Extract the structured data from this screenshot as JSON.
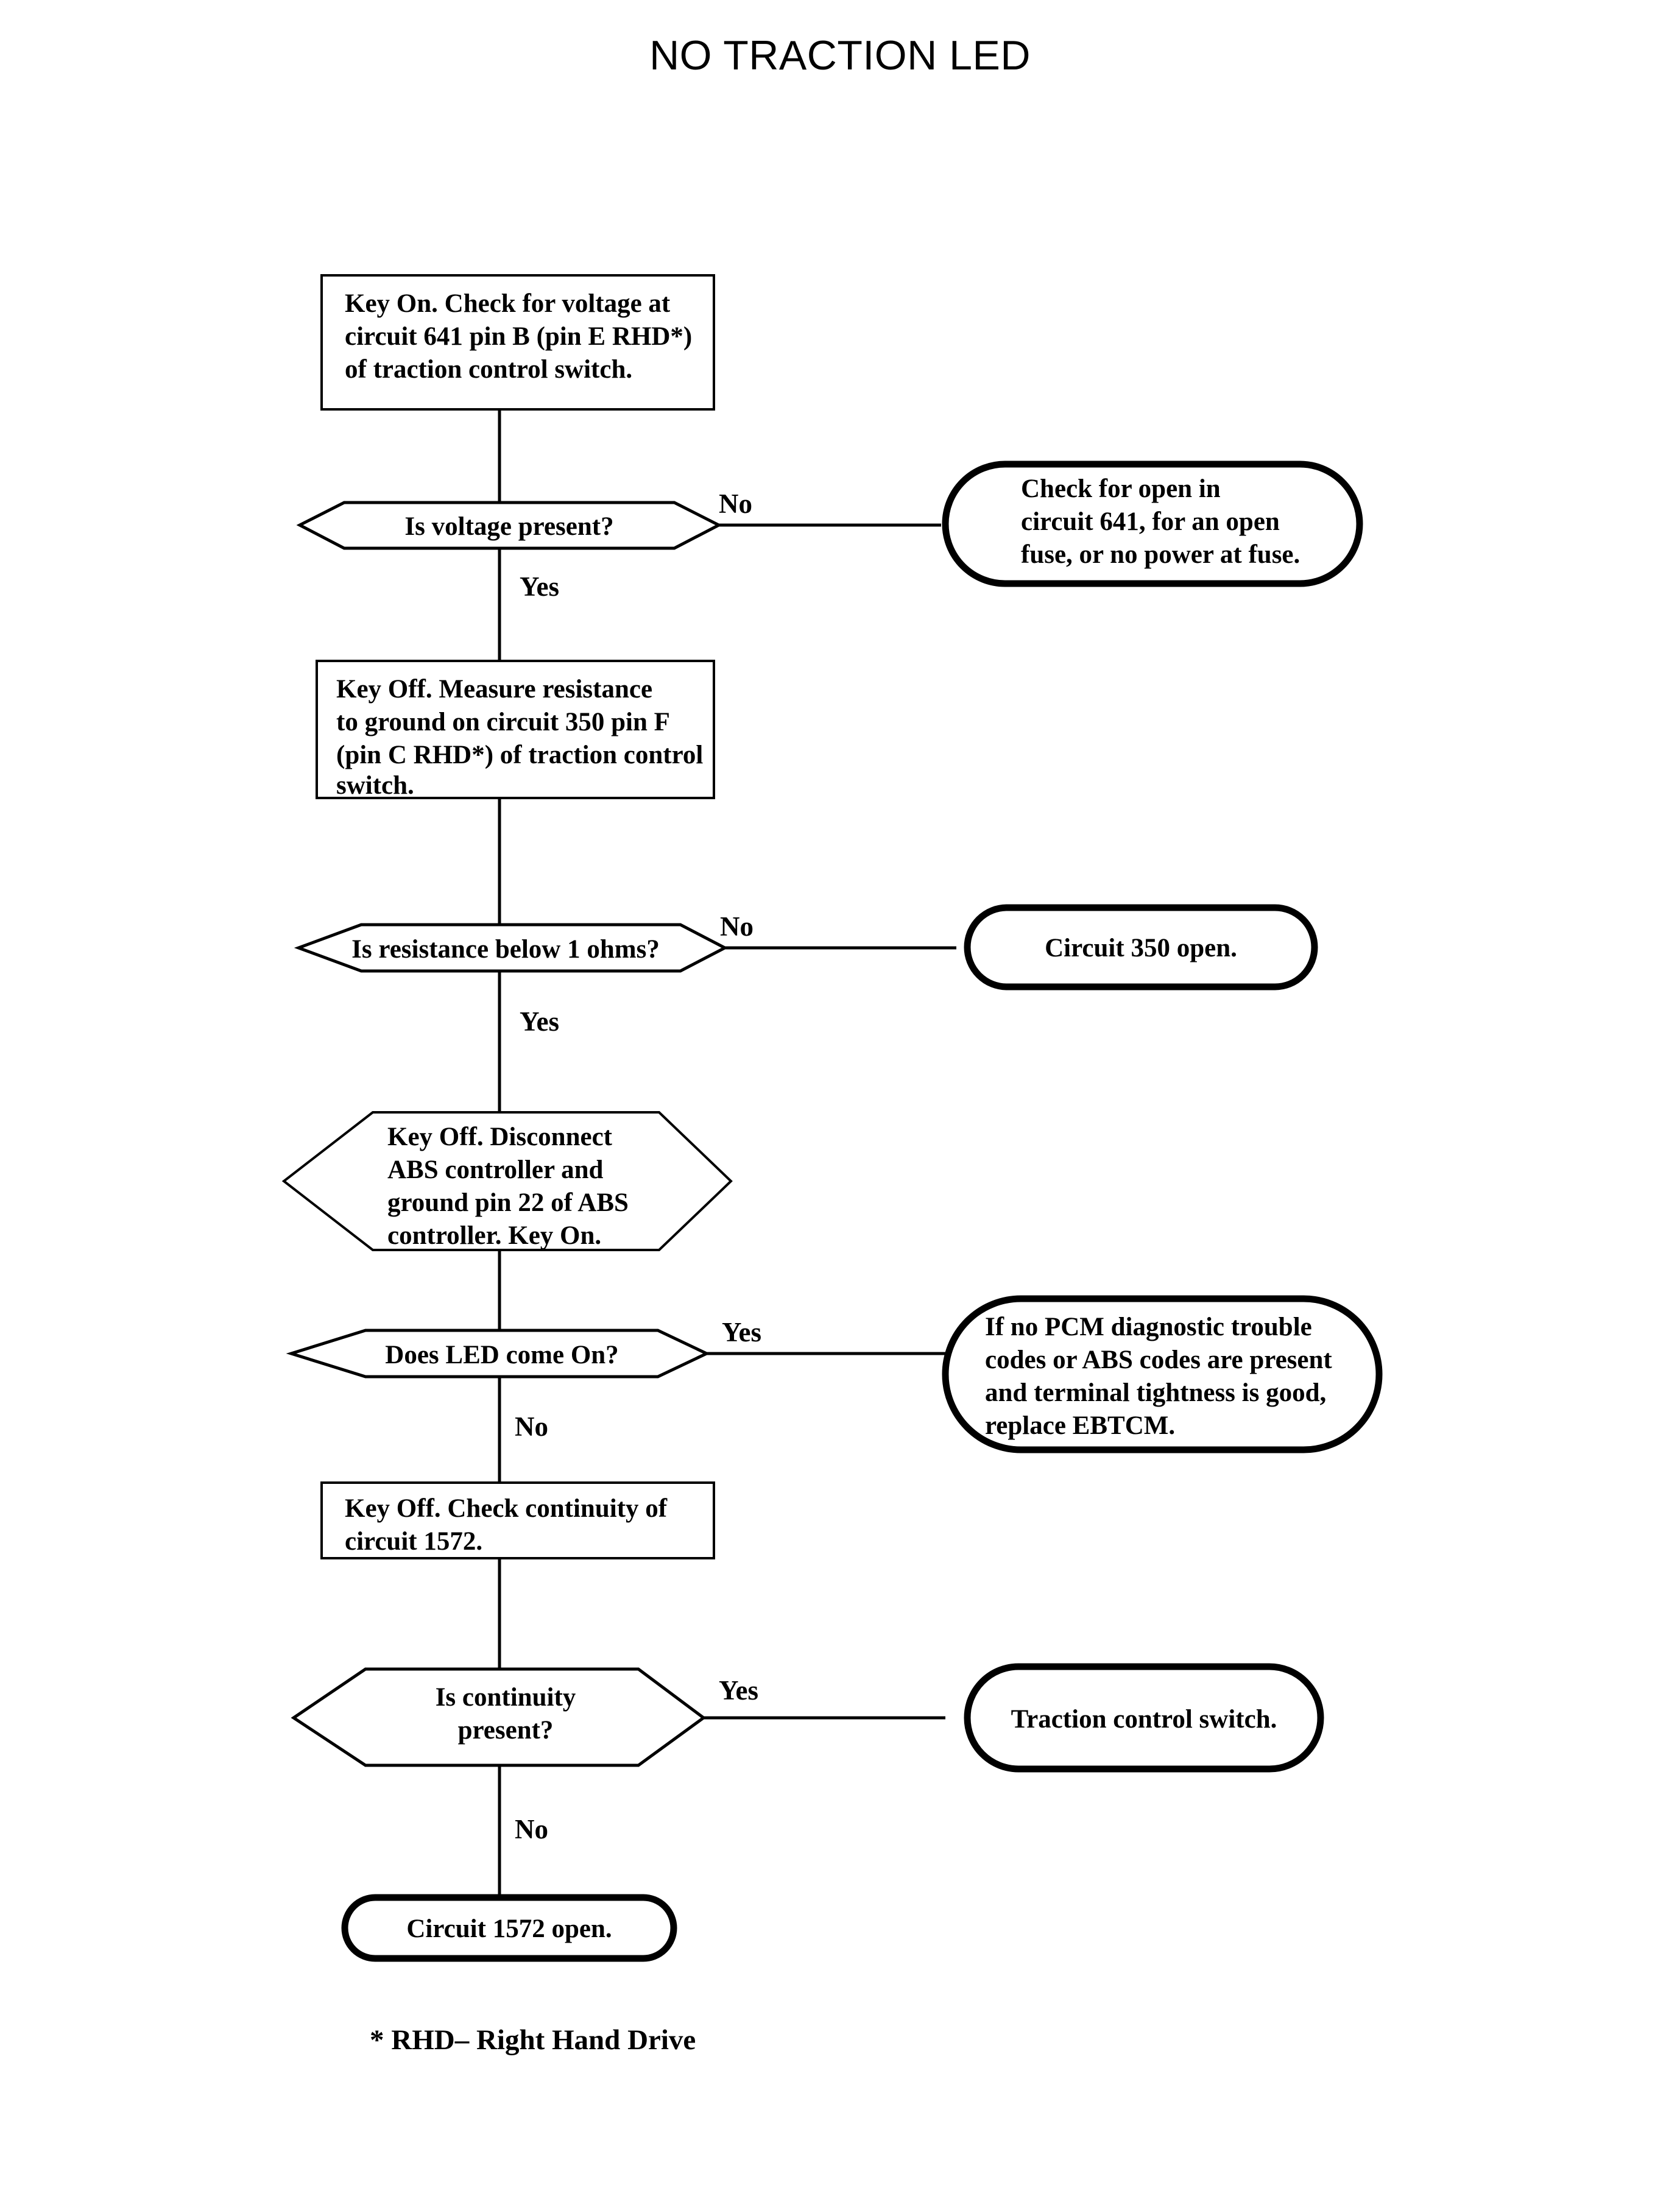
{
  "title": "NO TRACTION LED",
  "footnote": "* RHD– Right Hand Drive",
  "nodes": {
    "check_voltage": {
      "shape": "process",
      "lines": [
        "Key On. Check for voltage at",
        "circuit 641 pin B (pin E RHD*)",
        "of traction control switch."
      ]
    },
    "voltage_present": {
      "shape": "decision",
      "lines": [
        "Is voltage present?"
      ]
    },
    "open_641": {
      "shape": "terminal",
      "lines": [
        "Check for open in",
        "circuit 641, for an open",
        "fuse, or no power at fuse."
      ]
    },
    "measure_resistance": {
      "shape": "process",
      "lines": [
        "Key Off.  Measure resistance",
        "to ground on circuit 350 pin F",
        "(pin C RHD*) of traction control",
        "switch."
      ]
    },
    "resistance_below_1": {
      "shape": "decision",
      "lines": [
        "Is resistance below 1 ohms?"
      ]
    },
    "circuit_350_open": {
      "shape": "terminal",
      "lines": [
        "Circuit 350 open."
      ]
    },
    "ground_pin_22": {
      "shape": "preparation",
      "lines": [
        "Key Off.  Disconnect",
        "ABS controller and",
        "ground pin 22 of ABS",
        "controller.  Key On."
      ]
    },
    "led_come_on": {
      "shape": "decision",
      "lines": [
        "Does LED come On?"
      ]
    },
    "replace_ebtcm": {
      "shape": "terminal",
      "lines": [
        "If no PCM diagnostic trouble",
        "codes or ABS codes are present",
        "and terminal tightness is good,",
        "replace EBTCM."
      ]
    },
    "check_continuity_1572": {
      "shape": "process",
      "lines": [
        "Key Off.  Check continuity of",
        "circuit 1572."
      ]
    },
    "continuity_present": {
      "shape": "decision",
      "lines": [
        "Is continuity",
        "present?"
      ]
    },
    "traction_control_switch": {
      "shape": "terminal",
      "lines": [
        "Traction control switch."
      ]
    },
    "circuit_1572_open": {
      "shape": "terminal",
      "lines": [
        "Circuit 1572 open."
      ]
    }
  },
  "branch_labels": {
    "voltage_no": "No",
    "voltage_yes": "Yes",
    "resistance_no": "No",
    "resistance_yes": "Yes",
    "led_yes": "Yes",
    "led_no": "No",
    "continuity_yes": "Yes",
    "continuity_no": "No"
  },
  "colors": {
    "stroke": "#000000",
    "fill": "#ffffff",
    "text": "#000000"
  }
}
